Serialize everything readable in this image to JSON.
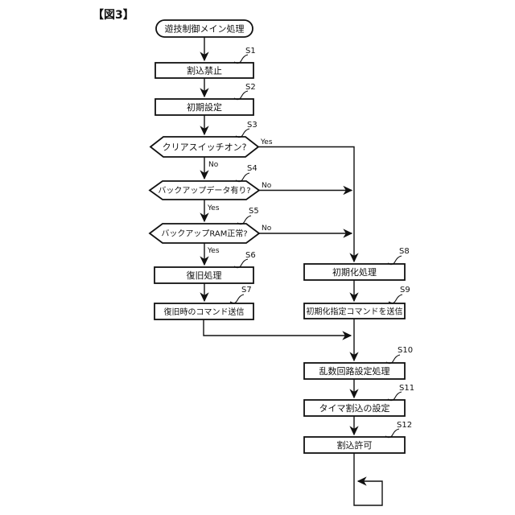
{
  "figure_label": "【図3】",
  "flowchart": {
    "start_label": "遊技制御メイン処理",
    "steps": [
      {
        "id": "S1",
        "label": "割込禁止",
        "type": "process"
      },
      {
        "id": "S2",
        "label": "初期設定",
        "type": "process"
      },
      {
        "id": "S3",
        "label": "クリアスイッチオン?",
        "type": "decision",
        "yes": "Yes",
        "no": "No"
      },
      {
        "id": "S4",
        "label": "バックアップデータ有り?",
        "type": "decision",
        "yes": "Yes",
        "no": "No"
      },
      {
        "id": "S5",
        "label": "バックアップRAM正常?",
        "type": "decision",
        "yes": "Yes",
        "no": "No"
      },
      {
        "id": "S6",
        "label": "復旧処理",
        "type": "process"
      },
      {
        "id": "S7",
        "label": "復旧時のコマンド送信",
        "type": "process"
      },
      {
        "id": "S8",
        "label": "初期化処理",
        "type": "process"
      },
      {
        "id": "S9",
        "label": "初期化指定コマンドを送信",
        "type": "process"
      },
      {
        "id": "S10",
        "label": "乱数回路設定処理",
        "type": "process"
      },
      {
        "id": "S11",
        "label": "タイマ割込の設定",
        "type": "process"
      },
      {
        "id": "S12",
        "label": "割込許可",
        "type": "process"
      }
    ]
  }
}
